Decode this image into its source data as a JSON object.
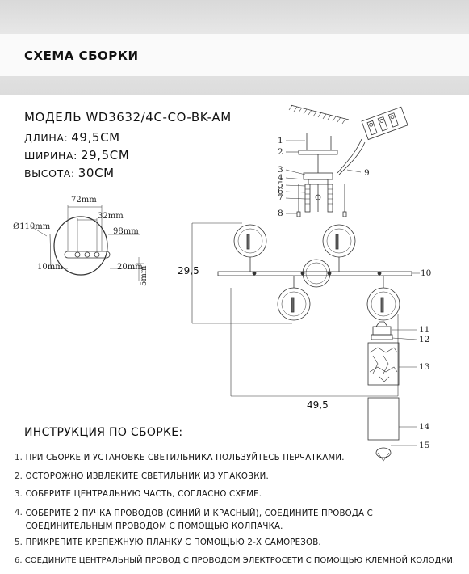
{
  "header": {
    "title": "СХЕМА СБОРКИ"
  },
  "model": {
    "label": "МОДЕЛЬ WD3632/4C-CO-BK-AM"
  },
  "specs": [
    {
      "label": "ДЛИНА:",
      "value": "49,5СМ"
    },
    {
      "label": "ШИРИНА:",
      "value": "29,5СМ"
    },
    {
      "label": "ВЫСОТА:",
      "value": "30СМ"
    }
  ],
  "base_dims": {
    "d110": "Ø110mm",
    "d72": "72mm",
    "d32": "32mm",
    "d98": "98mm",
    "d10": "10mm",
    "d20": "20mm",
    "d5": "5mm"
  },
  "main_dims": {
    "width": "29,5",
    "length": "49,5"
  },
  "part_numbers": [
    "1",
    "2",
    "3",
    "4",
    "5",
    "6",
    "7",
    "8",
    "9",
    "10",
    "11",
    "12",
    "13",
    "14",
    "15"
  ],
  "instructions": {
    "title": "ИНСТРУКЦИЯ ПО СБОРКЕ:",
    "steps": [
      {
        "num": "1.",
        "text": "При сборке и установке светильника пользуйтесь перчатками."
      },
      {
        "num": "2.",
        "text": "Осторожно извлеките светильник из упаковки."
      },
      {
        "num": "3.",
        "text": "Соберите центральную часть, согласно схеме."
      },
      {
        "num": "4.",
        "text": "Соберите 2 пучка проводов (синий и красный), соедините провода с соединительным проводом с помощью колпачка."
      },
      {
        "num": "5.",
        "text": "Прикрепите крепежную планку с помощью 2-х саморезов."
      },
      {
        "num": "6.",
        "text": "Соедините центральный провод с проводом электросети с помощью клемной колодки."
      }
    ]
  }
}
